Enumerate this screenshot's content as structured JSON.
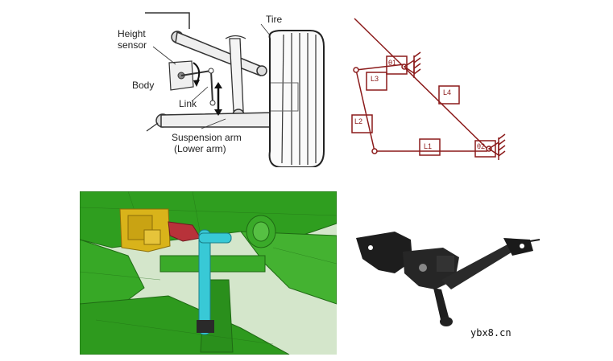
{
  "sketch": {
    "height_sensor_label_1": "Height",
    "height_sensor_label_2": "sensor",
    "body_label": "Body",
    "link_label": "Link",
    "tire_label": "Tire",
    "suspension_label_1": "Suspension arm",
    "suspension_label_2": "(Lower arm)"
  },
  "kinematic": {
    "labels": [
      "L1",
      "L2",
      "L3",
      "L4"
    ],
    "angle_label_1": "θ1",
    "angle_label_2": "θ2",
    "line_color": "#8b1a1a"
  },
  "cad": {
    "body_color": "#2f9e1f",
    "sensor_color": "#d9b31a",
    "link_color": "#38c9d6"
  },
  "photo": {
    "description_color": "#1a1a1a"
  },
  "watermark": "ybx8.cn"
}
